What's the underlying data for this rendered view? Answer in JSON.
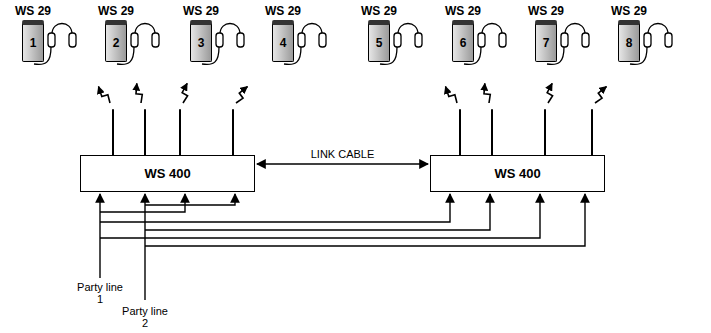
{
  "diagram": {
    "nodes": [
      {
        "text": [
          "WS 29",
          "1"
        ]
      },
      {
        "text": [
          "WS 29",
          "2"
        ]
      },
      {
        "text": [
          "WS 29",
          "3"
        ]
      },
      {
        "text": [
          "WS 29",
          "4"
        ]
      },
      {
        "text": [
          "WS 29",
          "5"
        ]
      },
      {
        "text": [
          "WS 29",
          "6"
        ]
      },
      {
        "text": [
          "WS 29",
          "7"
        ]
      },
      {
        "text": [
          "WS 29",
          "8"
        ]
      },
      {
        "text": [
          "WS 400"
        ]
      },
      {
        "text": [
          "WS 400"
        ]
      }
    ],
    "edges": [
      {
        "from": 8,
        "to": 9,
        "label": "LINK CABLE",
        "arrow": "both"
      }
    ],
    "labels": [
      "Party line 1",
      "Party line 2"
    ]
  }
}
